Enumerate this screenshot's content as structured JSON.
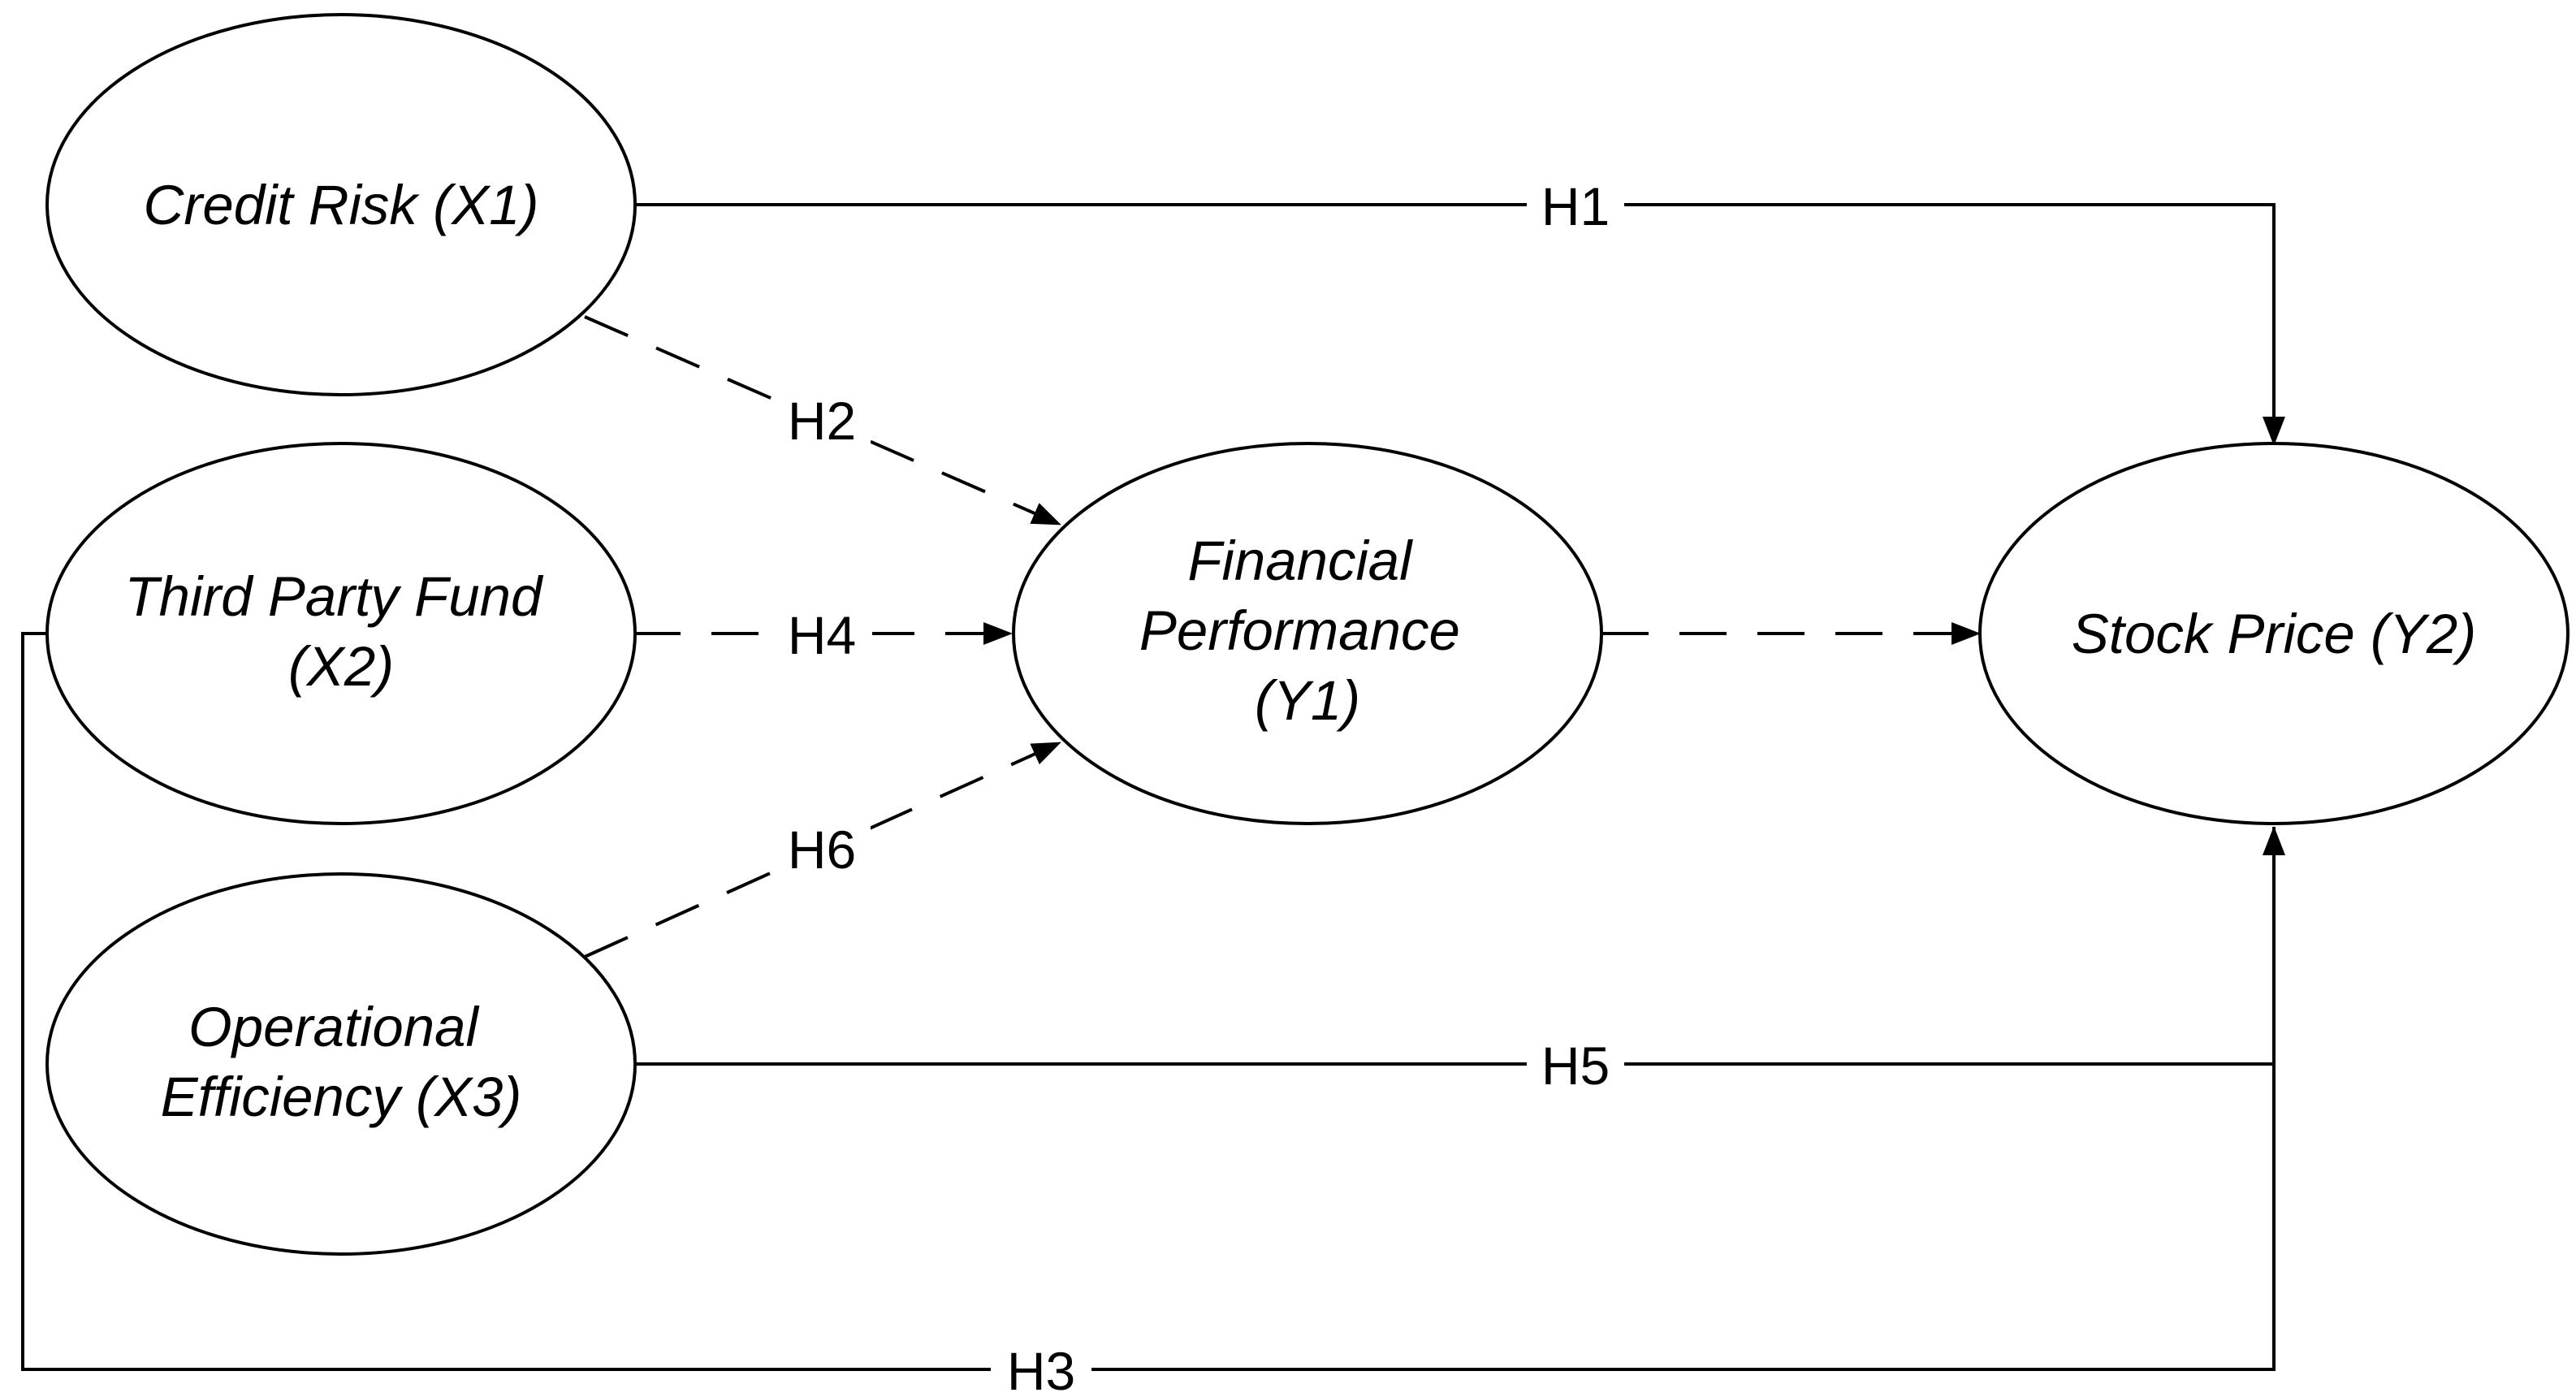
{
  "diagram": {
    "nodes": {
      "x1": {
        "lines": [
          "Credit Risk (X1)"
        ]
      },
      "x2": {
        "lines": [
          "Third Party Fund",
          "(X2)"
        ]
      },
      "x3": {
        "lines": [
          "Operational",
          "Efficiency (X3)"
        ]
      },
      "y1": {
        "lines": [
          "Financial",
          "Performance",
          "(Y1)"
        ]
      },
      "y2": {
        "lines": [
          "Stock Price (Y2)"
        ]
      }
    },
    "edges": {
      "h1": {
        "label": "H1",
        "from": "Credit Risk (X1)",
        "to": "Stock Price (Y2)",
        "style": "solid"
      },
      "h2": {
        "label": "H2",
        "from": "Credit Risk (X1)",
        "to": "Financial Performance (Y1)",
        "style": "dashed"
      },
      "h3": {
        "label": "H3",
        "from": "Third Party Fund (X2)",
        "to": "Stock Price (Y2)",
        "style": "solid"
      },
      "h4": {
        "label": "H4",
        "from": "Third Party Fund (X2)",
        "to": "Financial Performance (Y1)",
        "style": "dashed"
      },
      "h5": {
        "label": "H5",
        "from": "Operational Efficiency (X3)",
        "to": "Stock Price (Y2)",
        "style": "solid"
      },
      "h6": {
        "label": "H6",
        "from": "Operational Efficiency (X3)",
        "to": "Financial Performance (Y1)",
        "style": "dashed"
      },
      "y1_y2": {
        "label": "",
        "from": "Financial Performance (Y1)",
        "to": "Stock Price (Y2)",
        "style": "dashed"
      }
    },
    "colors": {
      "line": "#000000",
      "background": "#ffffff"
    }
  }
}
